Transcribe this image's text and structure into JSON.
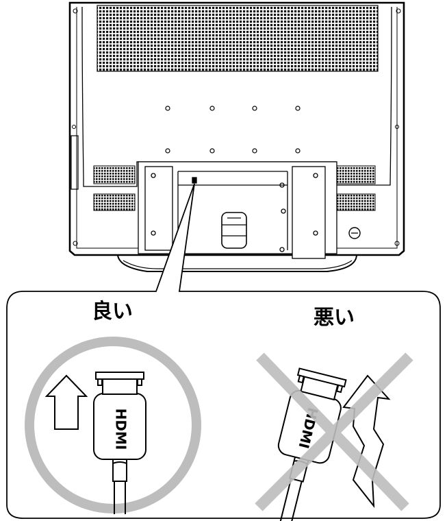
{
  "labels": {
    "good": "良い",
    "bad": "悪い"
  },
  "connector": {
    "good_text": "HDMI",
    "bad_text": "HDMI"
  },
  "colors": {
    "line": "#000000",
    "marker": "#bdbdbd",
    "background": "#ffffff"
  },
  "icons": {
    "good_marker": "circle-mark-icon",
    "bad_marker": "cross-mark-icon",
    "good_direction": "straight-up-arrow-icon",
    "bad_direction": "zigzag-arrow-icon"
  }
}
